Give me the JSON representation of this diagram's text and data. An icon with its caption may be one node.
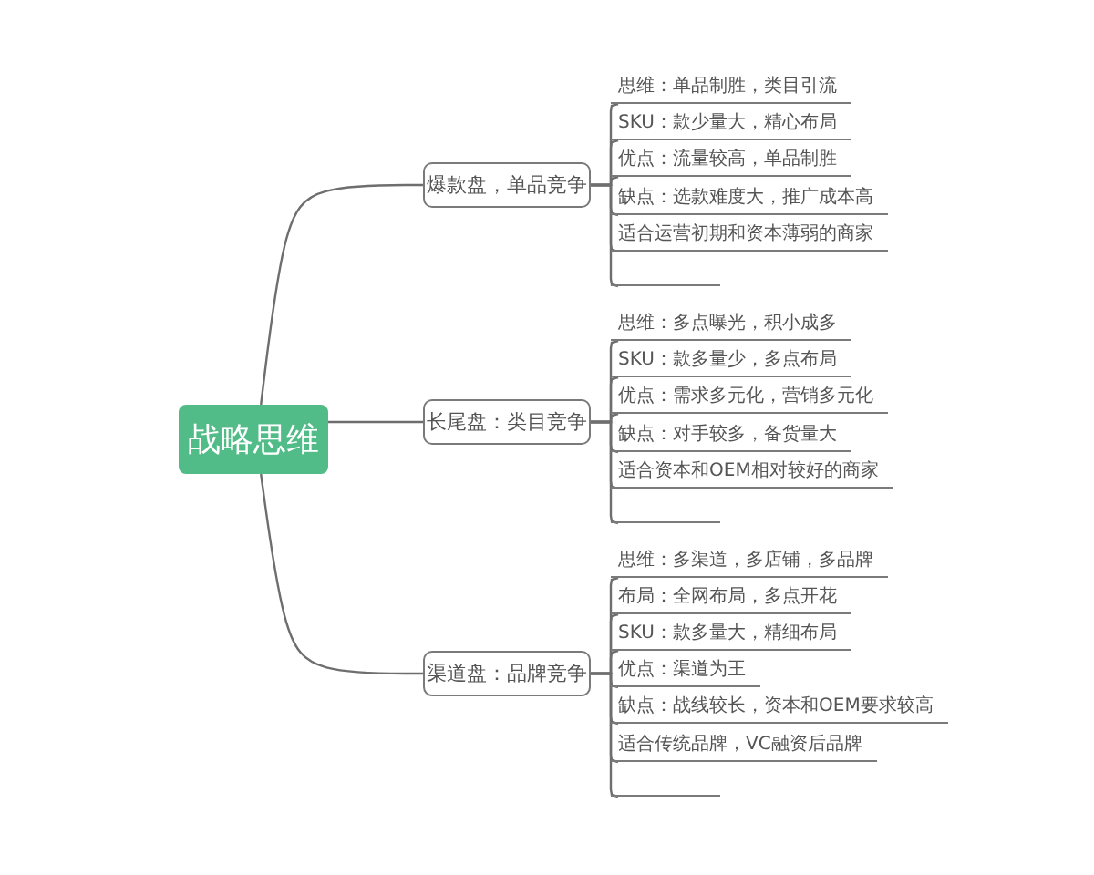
{
  "diagram": {
    "nodes": [
      {
        "text": [
          "战略思维"
        ]
      },
      {
        "text": [
          "爆款盘，单品竞争"
        ]
      },
      {
        "text": [
          "思维：单品制胜，类目引流"
        ]
      },
      {
        "text": [
          "SKU：款少量大，精心布局"
        ]
      },
      {
        "text": [
          "优点：流量较高，单品制胜"
        ]
      },
      {
        "text": [
          "缺点：选款难度大，推广成本高"
        ]
      },
      {
        "text": [
          "适合运营初期和资本薄弱的商家"
        ]
      },
      {
        "text": [],
        "shape": "line"
      },
      {
        "text": [
          "长尾盘：类目竞争"
        ]
      },
      {
        "text": [
          "思维：多点曝光，积小成多"
        ]
      },
      {
        "text": [
          "SKU：款多量少，多点布局"
        ]
      },
      {
        "text": [
          "优点：需求多元化，营销多元化"
        ]
      },
      {
        "text": [
          "缺点：对手较多，备货量大"
        ]
      },
      {
        "text": [
          "适合资本和OEM相对较好的商家"
        ]
      },
      {
        "text": [],
        "shape": "line"
      },
      {
        "text": [
          "渠道盘：品牌竞争"
        ]
      },
      {
        "text": [
          "思维：多渠道，多店铺，多品牌"
        ]
      },
      {
        "text": [
          "布局：全网布局，多点开花"
        ]
      },
      {
        "text": [
          "SKU：款多量大，精细布局"
        ]
      },
      {
        "text": [
          "优点：渠道为王"
        ]
      },
      {
        "text": [
          "缺点：战线较长，资本和OEM要求较高"
        ]
      },
      {
        "text": [
          "适合传统品牌，VC融资后品牌"
        ]
      },
      {
        "text": [],
        "shape": "line"
      }
    ],
    "edges": [
      {
        "from": 0,
        "to": 1,
        "arrow": "none"
      },
      {
        "from": 0,
        "to": 8,
        "arrow": "none"
      },
      {
        "from": 0,
        "to": 15,
        "arrow": "none"
      },
      {
        "from": 1,
        "to": 2,
        "arrow": "none"
      },
      {
        "from": 1,
        "to": 3,
        "arrow": "none"
      },
      {
        "from": 1,
        "to": 4,
        "arrow": "none"
      },
      {
        "from": 1,
        "to": 5,
        "arrow": "none"
      },
      {
        "from": 1,
        "to": 6,
        "arrow": "none"
      },
      {
        "from": 1,
        "to": 7,
        "arrow": "none"
      },
      {
        "from": 8,
        "to": 9,
        "arrow": "none"
      },
      {
        "from": 8,
        "to": 10,
        "arrow": "none"
      },
      {
        "from": 8,
        "to": 11,
        "arrow": "none"
      },
      {
        "from": 8,
        "to": 12,
        "arrow": "none"
      },
      {
        "from": 8,
        "to": 13,
        "arrow": "none"
      },
      {
        "from": 8,
        "to": 14,
        "arrow": "none"
      },
      {
        "from": 15,
        "to": 16,
        "arrow": "none"
      },
      {
        "from": 15,
        "to": 17,
        "arrow": "none"
      },
      {
        "from": 15,
        "to": 18,
        "arrow": "none"
      },
      {
        "from": 15,
        "to": 19,
        "arrow": "none"
      },
      {
        "from": 15,
        "to": 20,
        "arrow": "none"
      },
      {
        "from": 15,
        "to": 21,
        "arrow": "none"
      },
      {
        "from": 15,
        "to": 22,
        "arrow": "none"
      }
    ]
  }
}
